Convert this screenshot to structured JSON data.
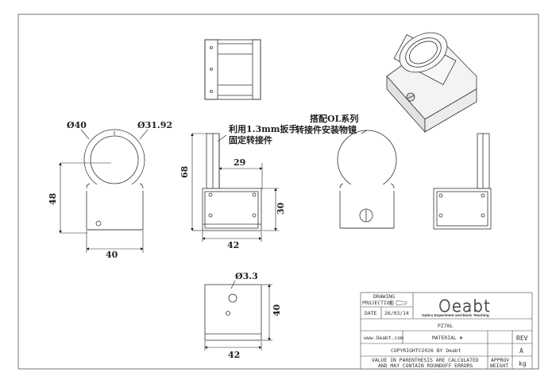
{
  "dimensions": {
    "d40": "Ø40",
    "d31": "Ø31.92",
    "h48": "48",
    "w40": "40",
    "h68": "68",
    "w29": "29",
    "h30": "30",
    "w42_side": "42",
    "d3": "Ø3.3",
    "h40": "40",
    "w42_bottom": "42"
  },
  "annotations": {
    "tool_line1": "利用1.3mm扳手",
    "tool_line2": "固定转接件",
    "mount_line1": "搭配OL系列",
    "mount_line2": "转接件安装物镜"
  },
  "title_block": {
    "drawing_label": "DRAWING",
    "projection_label": "PROJECTION",
    "date_label": "DATE",
    "date_value": "26/03/14",
    "logo": "Oeabt",
    "tagline": "Optics Experiment and Basic Teaching",
    "part_number": "PZ70L",
    "website": "www.Oeabt.com",
    "material": "MATERIAL ⊕",
    "copyright": "COPYRIGHT©2026 BY Oeabt",
    "note_line1": "VALUE IN PARENTHESIS ARE CALCULATED",
    "note_line2": "AND MAY CONTAIN ROUNDOFF ERRORS",
    "approv": "APPROV",
    "weight_label": "WEIGHT",
    "rev_label": "REV",
    "rev_value": "A",
    "weight_unit": "kg"
  }
}
